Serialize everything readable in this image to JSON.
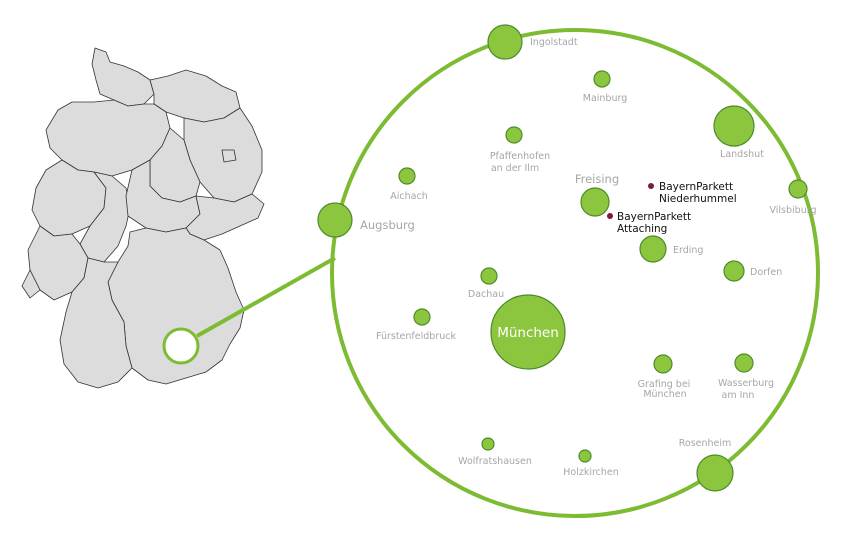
{
  "colors": {
    "accent_green": "#8cc63f",
    "circle_stroke": "#7dbb32",
    "city_text": "#a6a6a6",
    "company_marker": "#7a1b3a",
    "map_fill": "#dcdcdc"
  },
  "cities": {
    "ingolstadt": "Ingolstadt",
    "mainburg": "Mainburg",
    "landshut": "Landshut",
    "pfaffenhofen_1": "Pfaffenhofen",
    "pfaffenhofen_2": "an der Ilm",
    "aichach": "Aichach",
    "freising": "Freising",
    "vilsbiburg": "Vilsbiburg",
    "augsburg": "Augsburg",
    "erding": "Erding",
    "dorfen": "Dorfen",
    "dachau": "Dachau",
    "fuerstenfeldbruck": "Fürstenfeldbruck",
    "muenchen": "München",
    "grafing_1": "Grafing bei",
    "grafing_2": "München",
    "wasserburg_1": "Wasserburg",
    "wasserburg_2": "am Inn",
    "rosenheim": "Rosenheim",
    "wolfratshausen": "Wolfratshausen",
    "holzkirchen": "Holzkirchen"
  },
  "companies": {
    "niederhummel_1": "BayernParkett",
    "niederhummel_2": "Niederhummel",
    "attaching_1": "BayernParkett",
    "attaching_2": "Attaching"
  }
}
